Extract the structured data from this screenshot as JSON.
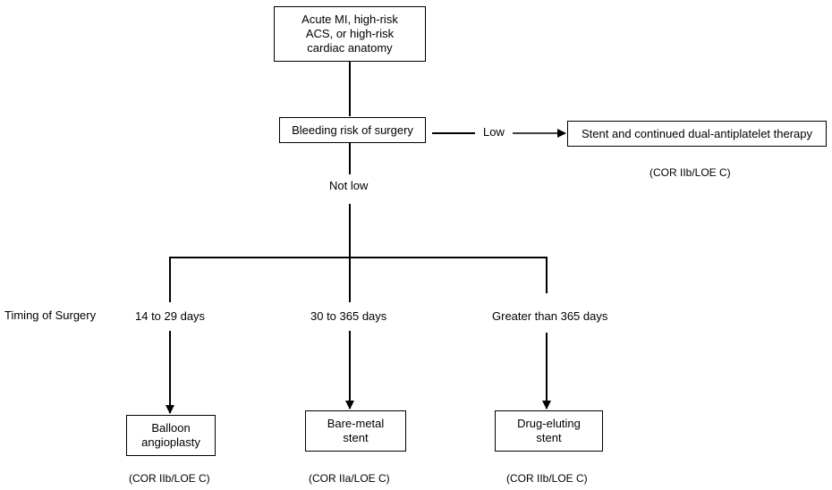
{
  "nodes": {
    "start": "Acute MI, high-risk\nACS,  or high-risk\ncardiac anatomy",
    "bleeding": "Bleeding risk of surgery",
    "stent_dapt": "Stent and continued dual-antiplatelet therapy",
    "balloon": "Balloon\nangioplasty",
    "bare_metal": "Bare-metal\nstent",
    "drug_eluting": "Drug-eluting\nstent"
  },
  "edge_labels": {
    "low": "Low",
    "not_low": "Not low",
    "t1": "14 to 29 days",
    "t2": "30 to 365 days",
    "t3": "Greater than 365 days"
  },
  "row_label": "Timing of Surgery",
  "recommendations": {
    "stent_dapt": "(COR IIb/LOE C)",
    "balloon": "(COR IIb/LOE C)",
    "bare_metal": "(COR IIa/LOE C)",
    "drug_eluting": "(COR IIb/LOE C)"
  }
}
